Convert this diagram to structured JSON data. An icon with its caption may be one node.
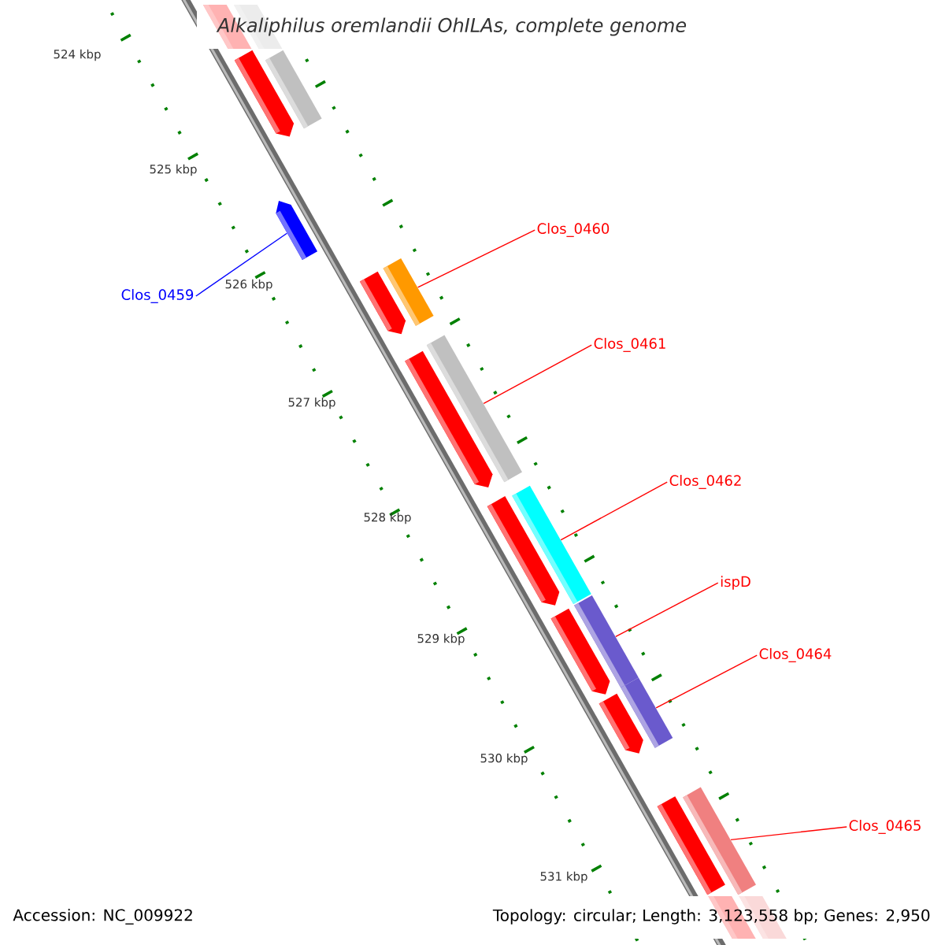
{
  "diagram": {
    "title": "Alkaliphilus oremlandii OhILAs, complete genome",
    "nodes": [
      {
        "text": [
          "Clos_0459"
        ]
      },
      {
        "text": [],
        "shape": "bar"
      },
      {
        "text": [
          "Clos_0460"
        ]
      },
      {
        "text": [],
        "shape": "bar"
      },
      {
        "text": [
          "Clos_0461"
        ]
      },
      {
        "text": [],
        "shape": "bar"
      },
      {
        "text": [
          "Clos_0462"
        ]
      },
      {
        "text": [],
        "shape": "bar"
      },
      {
        "text": [
          "ispD"
        ]
      },
      {
        "text": [],
        "shape": "bar"
      },
      {
        "text": [
          "Clos_0464"
        ]
      },
      {
        "text": [],
        "shape": "bar"
      },
      {
        "text": [
          "Clos_0465"
        ]
      },
      {
        "text": [],
        "shape": "bar"
      }
    ],
    "edges": [
      {
        "from": 0,
        "to": 1,
        "arrow": "none",
        "color": "#0000ff"
      },
      {
        "from": 2,
        "to": 3,
        "arrow": "none"
      },
      {
        "from": 4,
        "to": 5,
        "arrow": "none"
      },
      {
        "from": 6,
        "to": 7,
        "arrow": "none"
      },
      {
        "from": 8,
        "to": 9,
        "arrow": "none"
      },
      {
        "from": 10,
        "to": 11,
        "arrow": "none"
      },
      {
        "from": 12,
        "to": 13,
        "arrow": "none"
      }
    ],
    "labels": [
      "524 kbp",
      "525 kbp",
      "526 kbp",
      "527 kbp",
      "528 kbp",
      "529 kbp",
      "530 kbp",
      "531 kbp",
      "Accession: NC_009922",
      "Topology: circular; Length: 3,123,558 bp; Genes: 2,950"
    ]
  }
}
